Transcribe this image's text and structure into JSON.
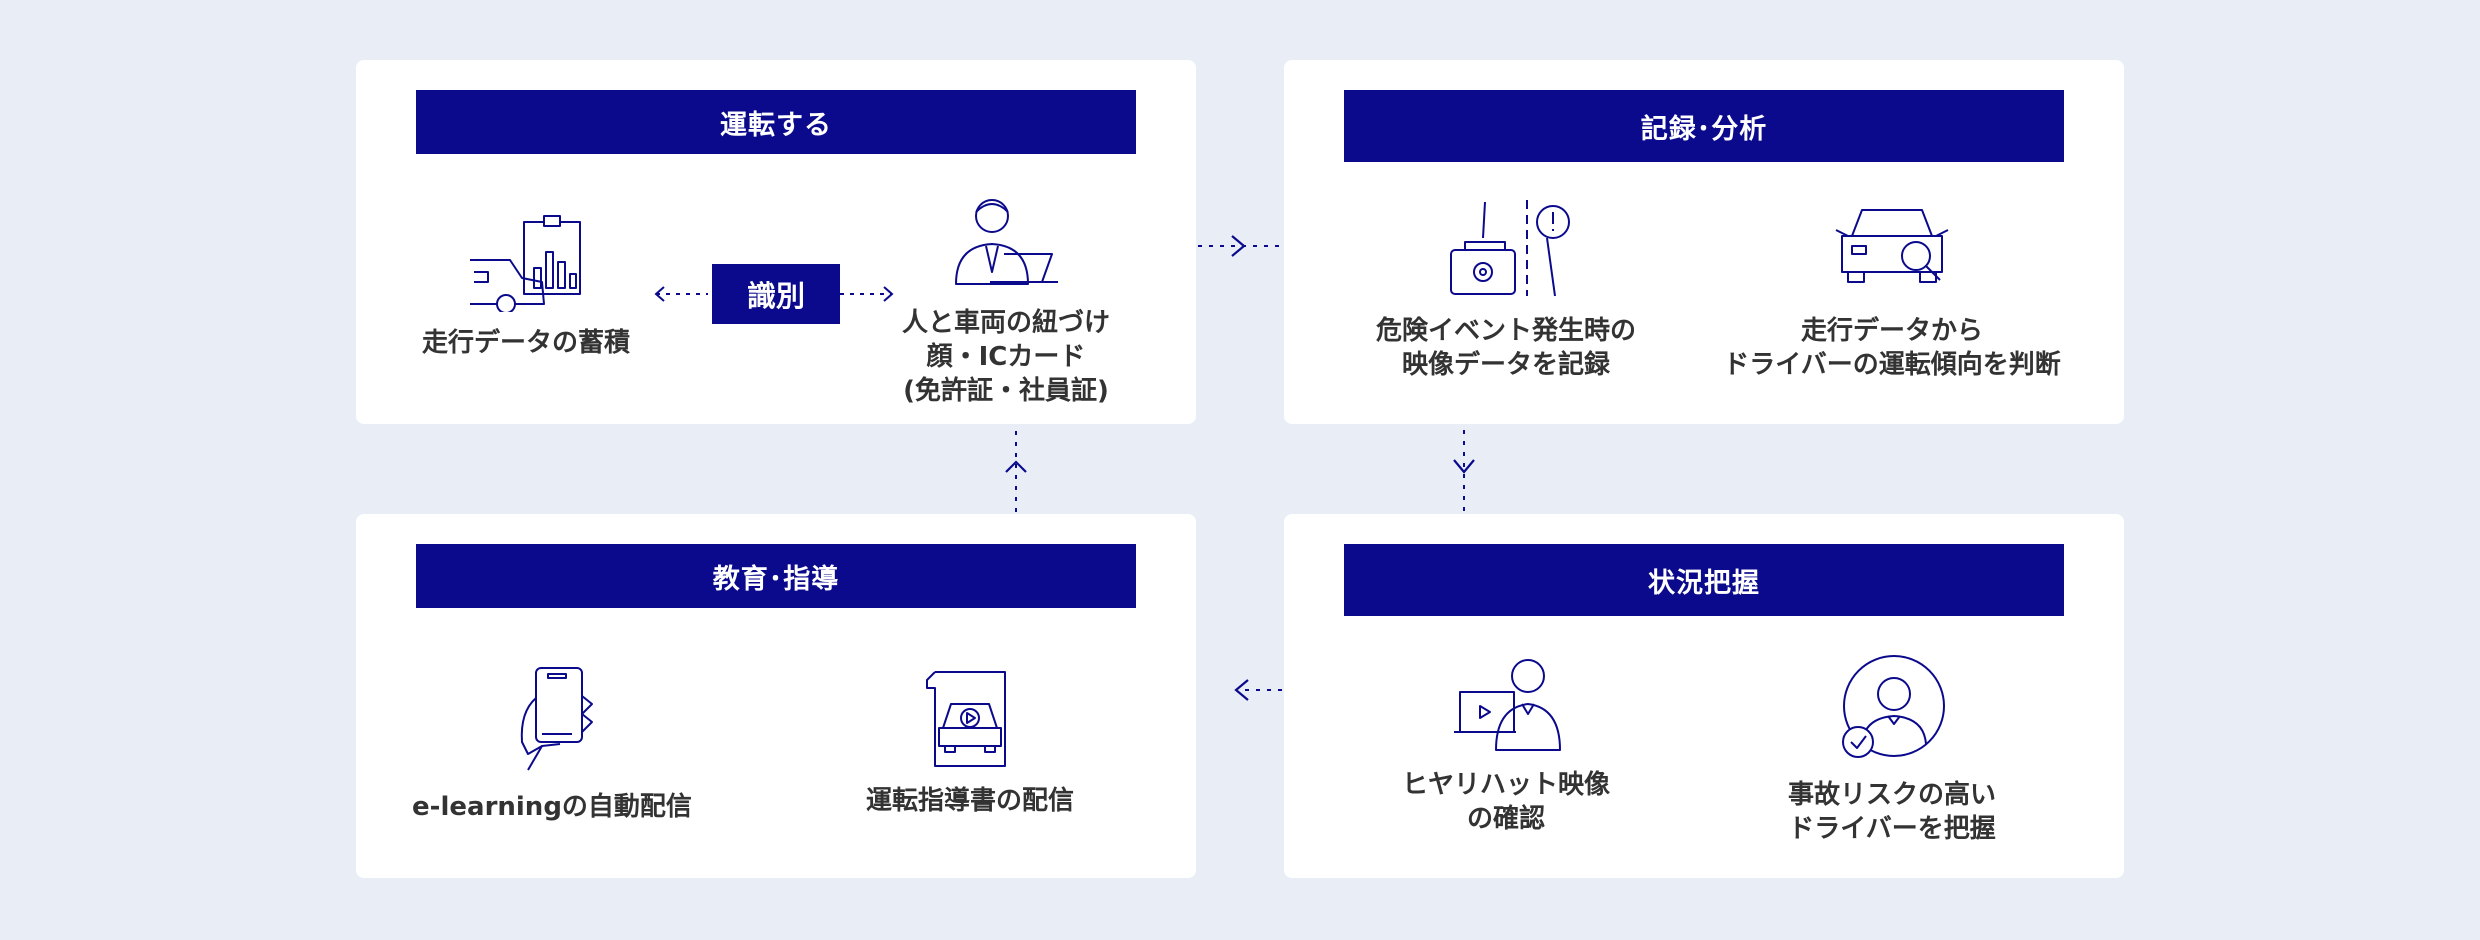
{
  "panels": {
    "drive": {
      "title": "運転する",
      "items": [
        {
          "caption": "走行データの蓄積",
          "icon": "car-chart-icon"
        },
        {
          "caption": "人と車両の紐づけ\n顔・ICカード\n(免許証・社員証)",
          "icon": "person-laptop-icon"
        }
      ],
      "link_label": "識別"
    },
    "record": {
      "title": "記録･分析",
      "items": [
        {
          "caption": "危険イベント発生時の\n映像データを記録",
          "icon": "dashcam-alert-icon"
        },
        {
          "caption": "走行データから\nドライバーの運転傾向を判断",
          "icon": "car-inspect-icon"
        }
      ]
    },
    "status": {
      "title": "状況把握",
      "items": [
        {
          "caption": "ヒヤリハット映像\nの確認",
          "icon": "person-monitor-icon"
        },
        {
          "caption": "事故リスクの高い\nドライバーを把握",
          "icon": "driver-check-icon"
        }
      ]
    },
    "educate": {
      "title": "教育･指導",
      "items": [
        {
          "caption": "e-learningの自動配信",
          "icon": "smartphone-hand-icon"
        },
        {
          "caption": "運転指導書の配信",
          "icon": "document-video-icon"
        }
      ]
    }
  },
  "colors": {
    "accent": "#0b0a8c",
    "background": "#e9eef6",
    "panel": "#ffffff",
    "text": "#333333"
  }
}
